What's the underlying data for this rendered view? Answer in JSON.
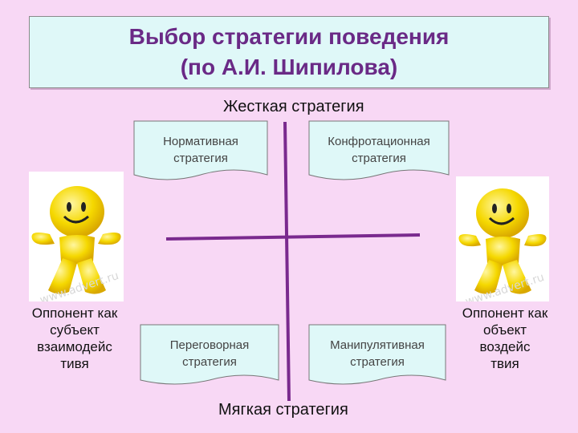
{
  "title": {
    "line1": "Выбор стратегии поведения",
    "line2": "(по А.И. Шипилова)"
  },
  "axis": {
    "top": "Жесткая стратегия",
    "bottom": "Мягкая стратегия"
  },
  "quadrants": {
    "top_left": {
      "line1": "Нормативная",
      "line2": "стратегия"
    },
    "top_right": {
      "line1": "Конфротационная",
      "line2": "стратегия"
    },
    "bottom_left": {
      "line1": "Переговорная",
      "line2": "стратегия"
    },
    "bottom_right": {
      "line1": "Манипулятивная",
      "line2": "стратегия"
    }
  },
  "opponents": {
    "left": {
      "lines": [
        "Оппонент как",
        "субъект",
        "взаимодейс",
        "тивя"
      ]
    },
    "right": {
      "lines": [
        "Оппонент как",
        "объект",
        "воздейс",
        "твия"
      ]
    }
  },
  "watermark": "www.advert.ru",
  "colors": {
    "background": "#f8d8f5",
    "title_text": "#6a2a86",
    "title_box": "#dff8f8",
    "axis_line": "#7a2a8e",
    "doc_fill": "#dff8f8",
    "figure": "#f5d800"
  }
}
